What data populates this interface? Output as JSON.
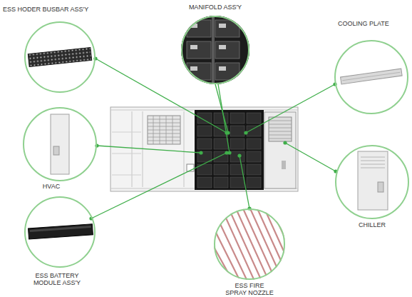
{
  "diagram": {
    "nodes": [
      {
        "text": [
          "ESS HODER BUSBAR ASS'Y"
        ]
      },
      {
        "text": [
          "MANIFOLD ASS'Y"
        ]
      },
      {
        "text": [
          "COOLING PLATE"
        ]
      },
      {
        "text": [
          "HVAC"
        ]
      },
      {
        "text": [
          "CHILLER"
        ]
      },
      {
        "text": [
          "ESS BATTERY MODULE ASS'Y"
        ]
      },
      {
        "text": [
          "ESS FIRE SPRAY NOZZLE"
        ]
      }
    ]
  }
}
